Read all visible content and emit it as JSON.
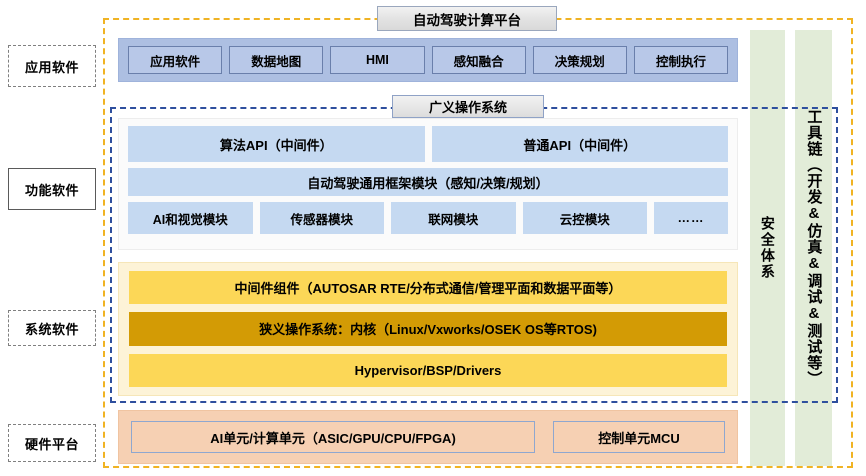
{
  "platform": {
    "title": "自动驾驶计算平台",
    "os_title": "广义操作系统"
  },
  "layer_labels": {
    "application": "应用软件",
    "functional": "功能软件",
    "system": "系统软件",
    "hardware": "硬件平台"
  },
  "application_layer": {
    "items": [
      "应用软件",
      "数据地图",
      "HMI",
      "感知融合",
      "决策规划",
      "控制执行"
    ]
  },
  "functional_layer": {
    "api_row": [
      "算法API（中间件）",
      "普通API（中间件）"
    ],
    "framework_row": [
      "自动驾驶通用框架模块（感知/决策/规划）"
    ],
    "module_row": [
      "AI和视觉模块",
      "传感器模块",
      "联网模块",
      "云控模块",
      "……"
    ]
  },
  "system_layer": {
    "middleware": "中间件组件（AUTOSAR RTE/分布式通信/管理平面和数据平面等）",
    "kernel": "狭义操作系统：内核（Linux/Vxworks/OSEK OS等RTOS)",
    "hypervisor": "Hypervisor/BSP/Drivers"
  },
  "hardware_layer": {
    "compute_unit": "AI单元/计算单元（ASIC/GPU/CPU/FPGA)",
    "control_unit": "控制单元MCU"
  },
  "side_columns": {
    "safety": "安全体系",
    "toolchain": "工具链（开发&仿真&调试&测试等）"
  },
  "colors": {
    "platform_frame": "#F0B323",
    "os_frame": "#2E4F9E",
    "application_band": "#ADBFE2",
    "application_chip": "#B8C8E8",
    "functional_box": "#C5D9F1",
    "system_band": "#FDF3D7",
    "system_middleware": "#FCD757",
    "system_kernel": "#D39B05",
    "hardware_band": "#F6D0B3",
    "side_column": "#E2ECD8"
  }
}
